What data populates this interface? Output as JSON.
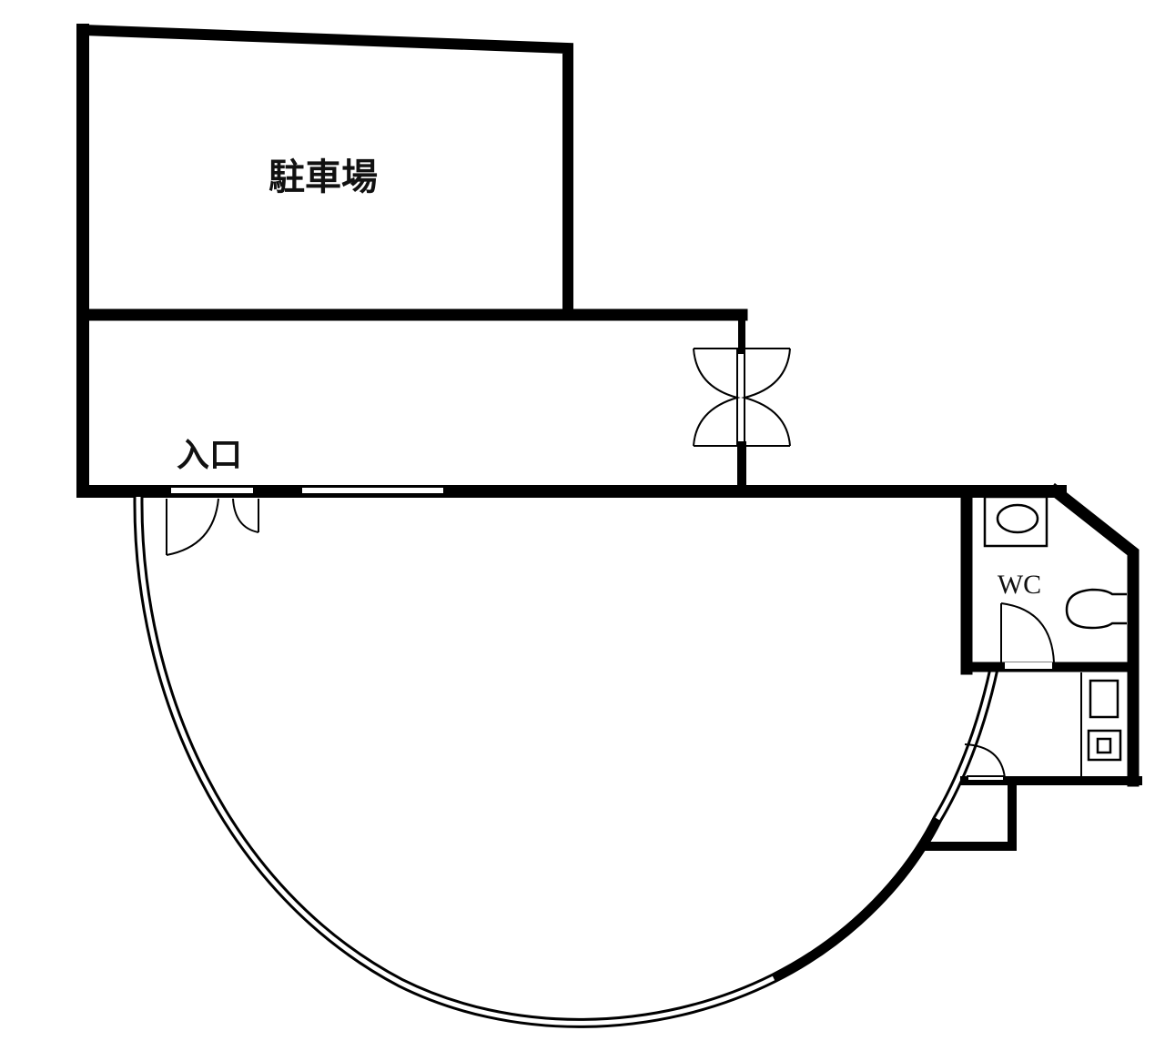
{
  "plan": {
    "rooms": {
      "parking_label": "駐車場",
      "entrance_label": "入口",
      "wc_label": "WC"
    },
    "colors": {
      "wall": "#000000",
      "background": "#ffffff"
    }
  }
}
